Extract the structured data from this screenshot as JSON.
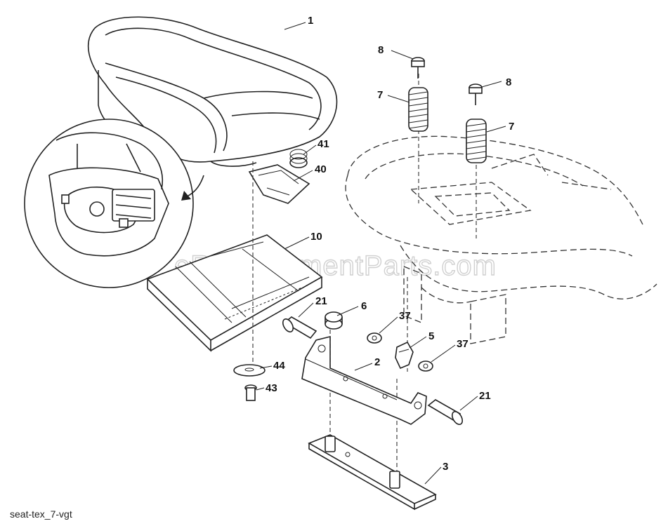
{
  "watermark": "eReplacementParts.com",
  "footer_code": "seat-tex_7-vgt",
  "callouts": [
    {
      "id": "c1",
      "label": "1"
    },
    {
      "id": "c8a",
      "label": "8"
    },
    {
      "id": "c8b",
      "label": "8"
    },
    {
      "id": "c7a",
      "label": "7"
    },
    {
      "id": "c7b",
      "label": "7"
    },
    {
      "id": "c41",
      "label": "41"
    },
    {
      "id": "c40",
      "label": "40"
    },
    {
      "id": "c10",
      "label": "10"
    },
    {
      "id": "c21a",
      "label": "21"
    },
    {
      "id": "c6",
      "label": "6"
    },
    {
      "id": "c37a",
      "label": "37"
    },
    {
      "id": "c5",
      "label": "5"
    },
    {
      "id": "c37b",
      "label": "37"
    },
    {
      "id": "c2",
      "label": "2"
    },
    {
      "id": "c44",
      "label": "44"
    },
    {
      "id": "c43",
      "label": "43"
    },
    {
      "id": "c21b",
      "label": "21"
    },
    {
      "id": "c3",
      "label": "3"
    }
  ]
}
